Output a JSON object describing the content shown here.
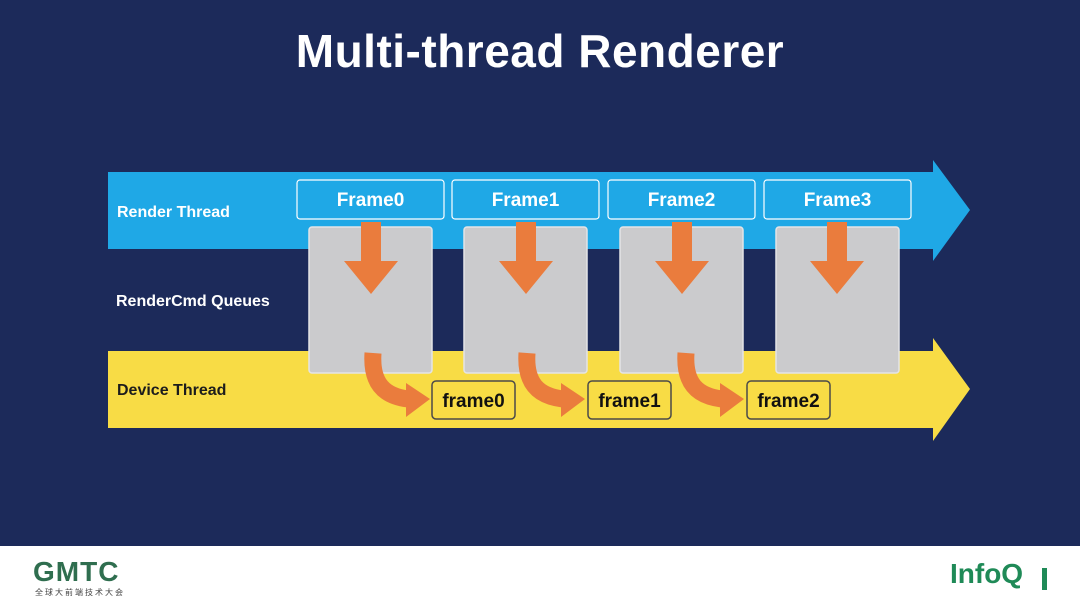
{
  "title": "Multi-thread Renderer",
  "lanes": {
    "render": "Render Thread",
    "queues": "RenderCmd Queues",
    "device": "Device Thread"
  },
  "render_frames": [
    "Frame0",
    "Frame1",
    "Frame2",
    "Frame3"
  ],
  "device_frames": [
    "frame0",
    "frame1",
    "frame2"
  ],
  "colors": {
    "background": "#1c2a5a",
    "render_lane": "#1fa8e6",
    "device_lane": "#f8dc45",
    "queue_box": "#cbcbcd",
    "arrow": "#ea7c3d"
  },
  "footer": {
    "left_logo": "GMTC",
    "left_logo_sub": "全球大前端技术大会",
    "right_logo": "InfoQ"
  }
}
